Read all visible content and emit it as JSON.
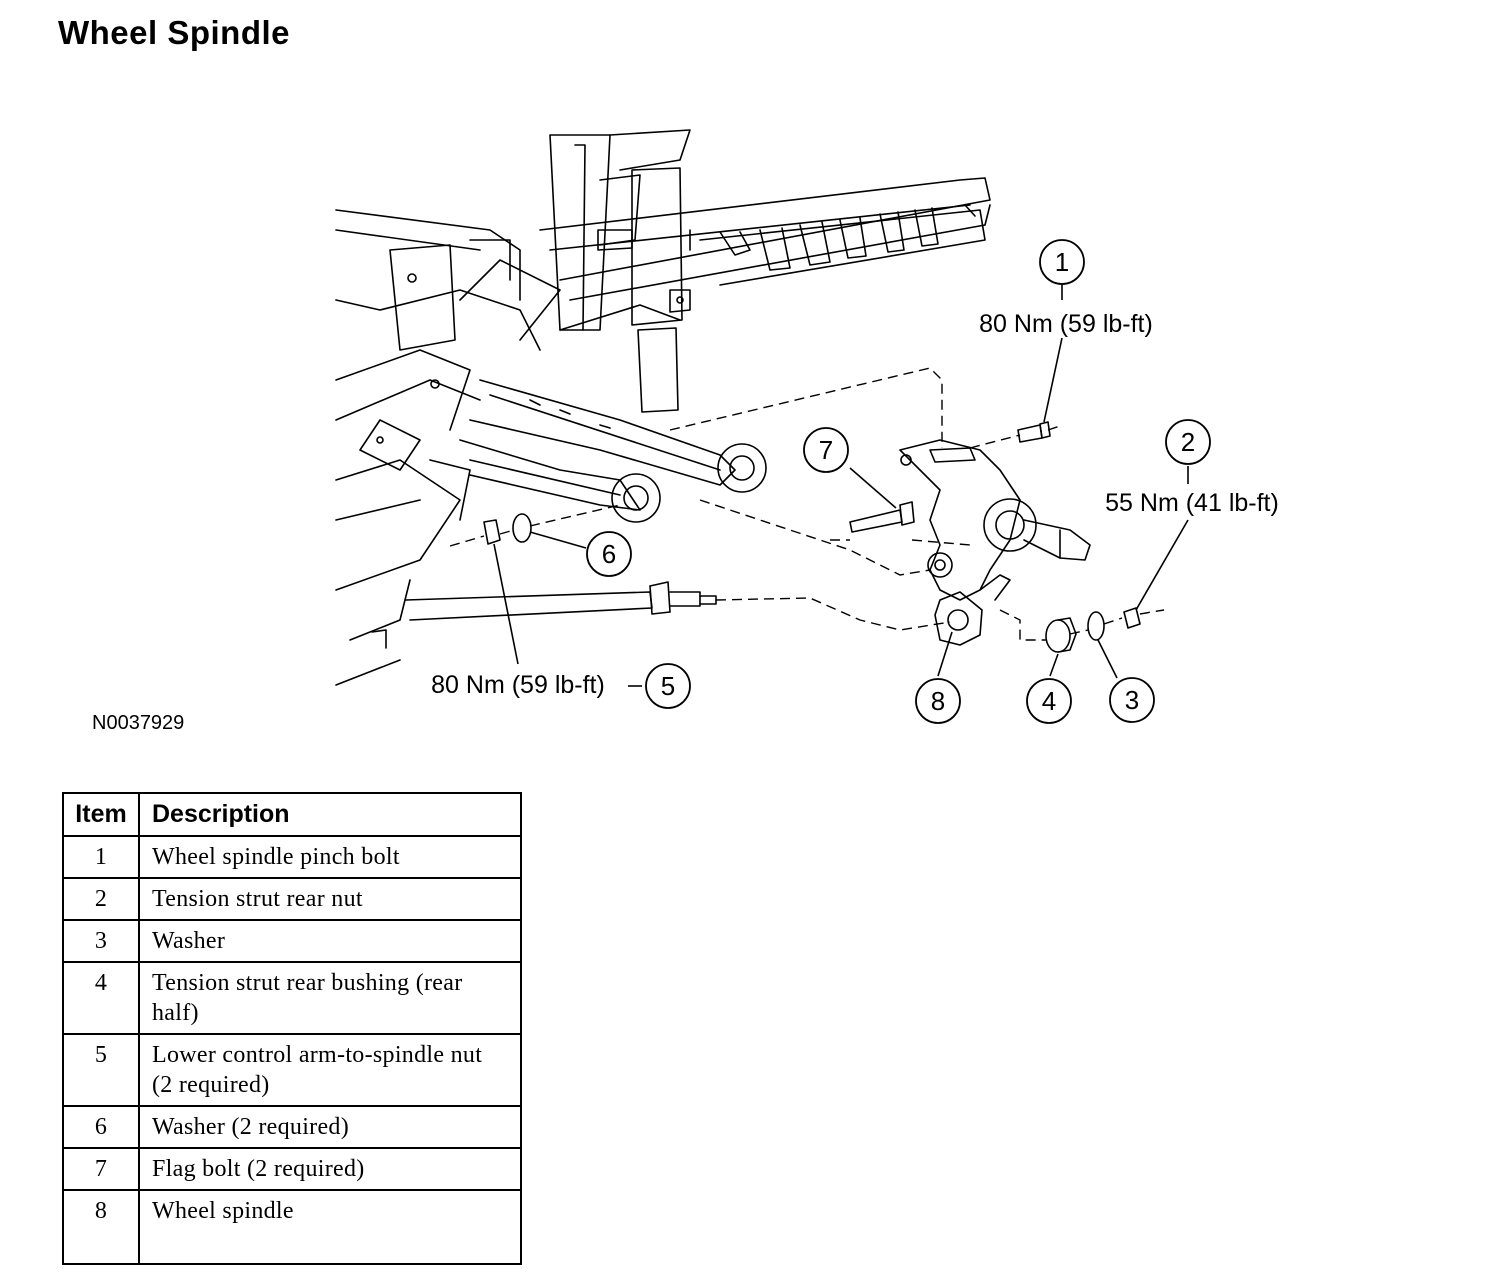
{
  "title": "Wheel Spindle",
  "figure_id": "N0037929",
  "callouts": [
    {
      "num": "1",
      "torque": "80 Nm (59 lb-ft)"
    },
    {
      "num": "2",
      "torque": "55 Nm (41 lb-ft)"
    },
    {
      "num": "3",
      "torque": ""
    },
    {
      "num": "4",
      "torque": ""
    },
    {
      "num": "5",
      "torque": "80 Nm (59 lb-ft)"
    },
    {
      "num": "6",
      "torque": ""
    },
    {
      "num": "7",
      "torque": ""
    },
    {
      "num": "8",
      "torque": ""
    }
  ],
  "table": {
    "headers": [
      "Item",
      "Description"
    ],
    "rows": [
      {
        "item": "1",
        "description": "Wheel spindle pinch bolt"
      },
      {
        "item": "2",
        "description": "Tension strut rear nut"
      },
      {
        "item": "3",
        "description": "Washer"
      },
      {
        "item": "4",
        "description": "Tension strut rear bushing (rear half)"
      },
      {
        "item": "5",
        "description": "Lower control arm-to-spindle nut (2 required)"
      },
      {
        "item": "6",
        "description": "Washer (2 required)"
      },
      {
        "item": "7",
        "description": "Flag bolt (2 required)"
      },
      {
        "item": "8",
        "description": "Wheel spindle"
      }
    ]
  }
}
